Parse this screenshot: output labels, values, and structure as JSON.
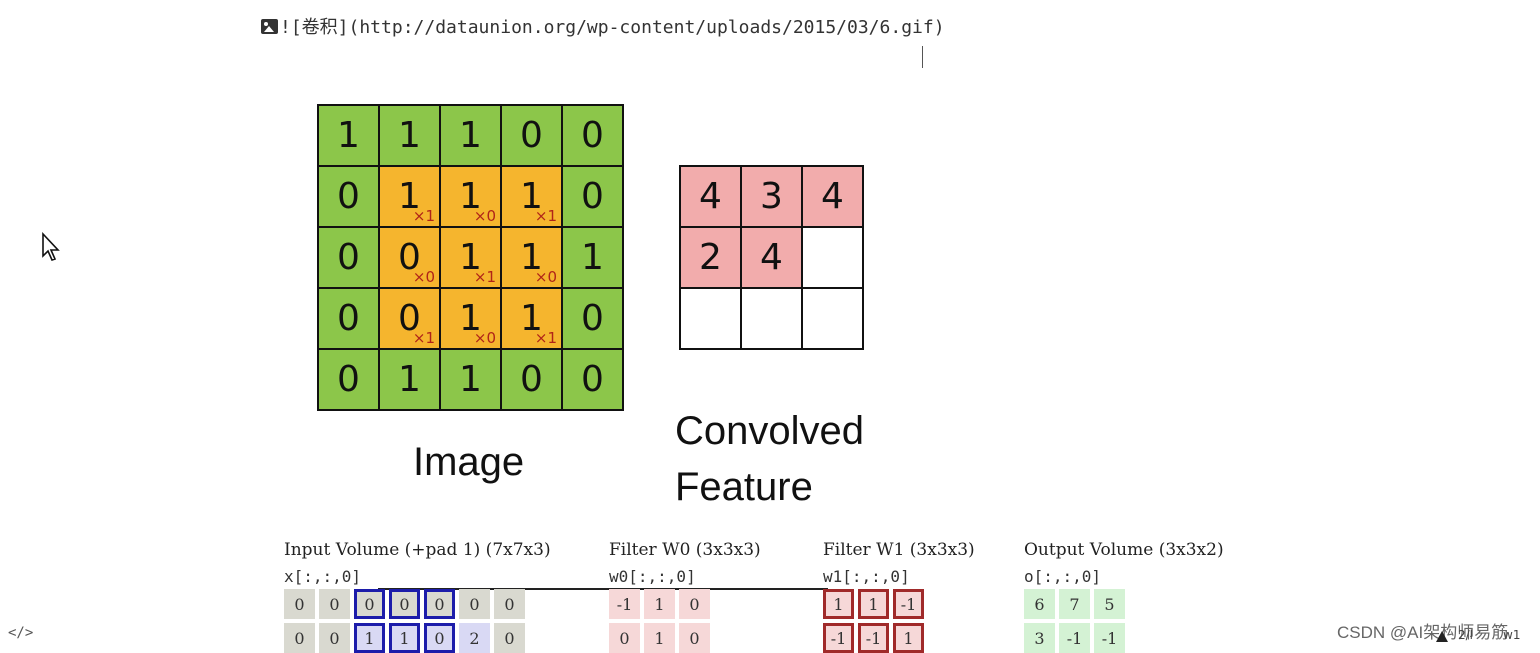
{
  "editor": {
    "markdown_line": "![卷积](http://dataunion.org/wp-content/uploads/2015/03/6.gif)"
  },
  "image_matrix": {
    "label": "Image",
    "rows": [
      [
        {
          "v": "1",
          "k": "",
          "hl": false
        },
        {
          "v": "1",
          "k": "",
          "hl": false
        },
        {
          "v": "1",
          "k": "",
          "hl": false
        },
        {
          "v": "0",
          "k": "",
          "hl": false
        },
        {
          "v": "0",
          "k": "",
          "hl": false
        }
      ],
      [
        {
          "v": "0",
          "k": "",
          "hl": false
        },
        {
          "v": "1",
          "k": "×1",
          "hl": true
        },
        {
          "v": "1",
          "k": "×0",
          "hl": true
        },
        {
          "v": "1",
          "k": "×1",
          "hl": true
        },
        {
          "v": "0",
          "k": "",
          "hl": false
        }
      ],
      [
        {
          "v": "0",
          "k": "",
          "hl": false
        },
        {
          "v": "0",
          "k": "×0",
          "hl": true
        },
        {
          "v": "1",
          "k": "×1",
          "hl": true
        },
        {
          "v": "1",
          "k": "×0",
          "hl": true
        },
        {
          "v": "1",
          "k": "",
          "hl": false
        }
      ],
      [
        {
          "v": "0",
          "k": "",
          "hl": false
        },
        {
          "v": "0",
          "k": "×1",
          "hl": true
        },
        {
          "v": "1",
          "k": "×0",
          "hl": true
        },
        {
          "v": "1",
          "k": "×1",
          "hl": true
        },
        {
          "v": "0",
          "k": "",
          "hl": false
        }
      ],
      [
        {
          "v": "0",
          "k": "",
          "hl": false
        },
        {
          "v": "1",
          "k": "",
          "hl": false
        },
        {
          "v": "1",
          "k": "",
          "hl": false
        },
        {
          "v": "0",
          "k": "",
          "hl": false
        },
        {
          "v": "0",
          "k": "",
          "hl": false
        }
      ]
    ]
  },
  "convolved": {
    "label_line1": "Convolved",
    "label_line2": "Feature",
    "values": [
      "4",
      "3",
      "4",
      "2",
      "4",
      "",
      "",
      "",
      ""
    ]
  },
  "volumes": {
    "input": {
      "title": "Input Volume (+pad 1) (7x7x3)",
      "index": "x[:,:,0]",
      "rows": [
        [
          {
            "v": "0",
            "s": "gray"
          },
          {
            "v": "0",
            "s": "gray"
          },
          {
            "v": "0",
            "s": "gray blueb"
          },
          {
            "v": "0",
            "s": "gray blueb"
          },
          {
            "v": "0",
            "s": "gray blueb"
          },
          {
            "v": "0",
            "s": "gray"
          },
          {
            "v": "0",
            "s": "gray"
          }
        ],
        [
          {
            "v": "0",
            "s": "gray"
          },
          {
            "v": "0",
            "s": "gray"
          },
          {
            "v": "1",
            "s": "lav blueb"
          },
          {
            "v": "1",
            "s": "lav blueb"
          },
          {
            "v": "0",
            "s": "lav blueb"
          },
          {
            "v": "2",
            "s": "lav"
          },
          {
            "v": "0",
            "s": "gray"
          }
        ]
      ]
    },
    "w0": {
      "title": "Filter W0 (3x3x3)",
      "index": "w0[:,:,0]",
      "rows": [
        [
          {
            "v": "-1",
            "s": "lpink"
          },
          {
            "v": "1",
            "s": "lpink"
          },
          {
            "v": "0",
            "s": "lpink"
          }
        ],
        [
          {
            "v": "0",
            "s": "lpink"
          },
          {
            "v": "1",
            "s": "lpink"
          },
          {
            "v": "0",
            "s": "lpink"
          }
        ]
      ]
    },
    "w1": {
      "title": "Filter W1 (3x3x3)",
      "index": "w1[:,:,0]",
      "rows": [
        [
          {
            "v": "1",
            "s": "redb"
          },
          {
            "v": "1",
            "s": "redb"
          },
          {
            "v": "-1",
            "s": "redb"
          }
        ],
        [
          {
            "v": "-1",
            "s": "redb"
          },
          {
            "v": "-1",
            "s": "redb"
          },
          {
            "v": "1",
            "s": "redb"
          }
        ]
      ]
    },
    "output": {
      "title": "Output Volume (3x3x2)",
      "index": "o[:,:,0]",
      "rows": [
        [
          {
            "v": "6",
            "s": "lgreen"
          },
          {
            "v": "7",
            "s": "lgreen"
          },
          {
            "v": "5",
            "s": "lgreen"
          }
        ],
        [
          {
            "v": "3",
            "s": "lgreen"
          },
          {
            "v": "-1",
            "s": "lgreen"
          },
          {
            "v": "-1",
            "s": "lgreen"
          }
        ]
      ]
    }
  },
  "status": {
    "watermark": "CSDN @AI架构师易筋",
    "code_toggle": "</>",
    "count1": "2/l",
    "count2": "w1"
  }
}
